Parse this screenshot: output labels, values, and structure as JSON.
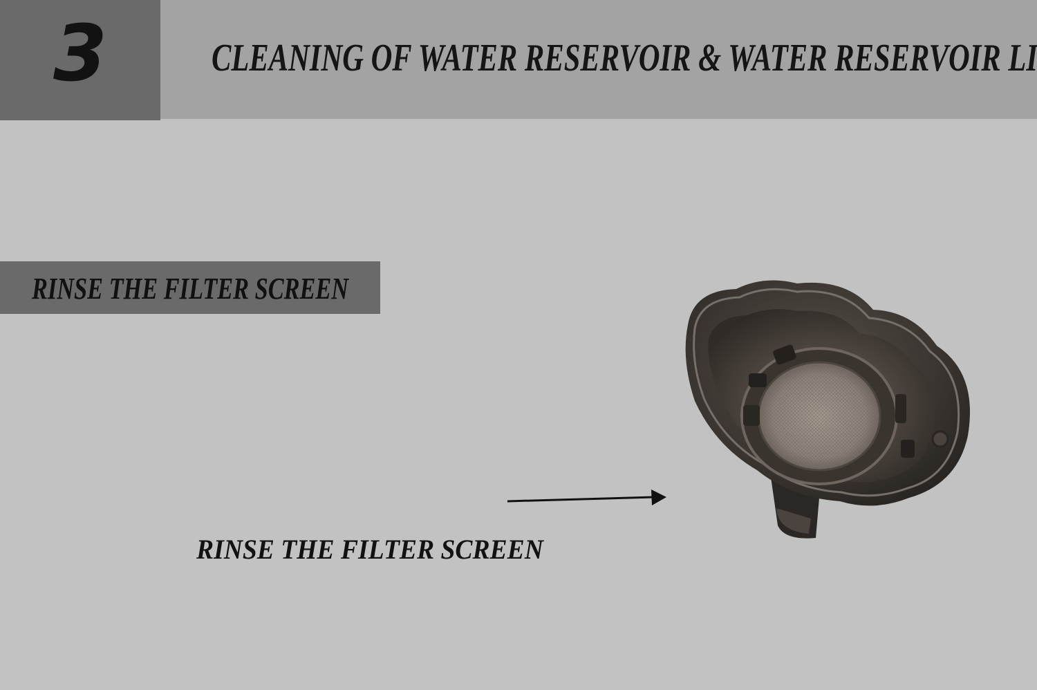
{
  "header": {
    "step_number": "3",
    "title": "CLEANING OF WATER RESERVOIR & WATER RESERVOIR LID"
  },
  "banner": {
    "label": "RINSE THE FILTER SCREEN"
  },
  "callout": {
    "label": "RINSE THE FILTER SCREEN",
    "arrow_icon": "arrow-right-icon"
  },
  "colors": {
    "background": "#c2c2c2",
    "header_bar": "#a3a3a3",
    "step_box": "#6a6a6a",
    "banner": "#6a6a6a",
    "text": "#121212"
  }
}
